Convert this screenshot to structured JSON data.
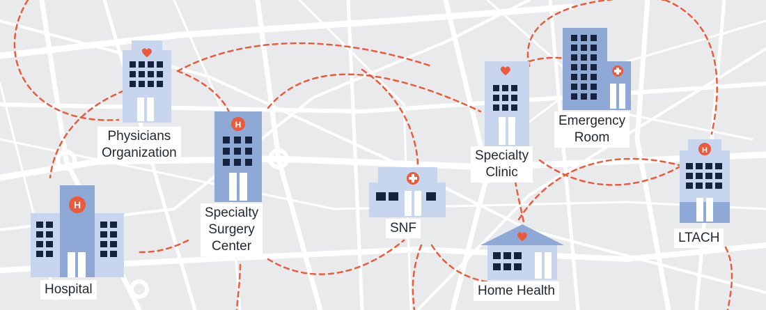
{
  "colors": {
    "map_background": "#e9eaec",
    "street": "#ffffff",
    "network_line": "#ec5a3c",
    "building_light": "#c7d6ee",
    "building_mid": "#8ea9d6",
    "building_dark": "#7d98c8",
    "window": "#15233f",
    "heart": "#ec5a3c",
    "label_text": "#1f2733"
  },
  "nodes": {
    "hospital": {
      "label": "Hospital",
      "badge_icon": "hospital-h-icon"
    },
    "physicians": {
      "line1": "Physicians",
      "line2": "Organization",
      "badge_icon": "heart-icon"
    },
    "surgery": {
      "line1": "Specialty",
      "line2": "Surgery",
      "line3": "Center",
      "badge_icon": "hospital-h-icon"
    },
    "snf": {
      "label": "SNF",
      "badge_icon": "medical-cross-icon"
    },
    "clinic": {
      "line1": "Specialty",
      "line2": "Clinic",
      "badge_icon": "heart-icon"
    },
    "er": {
      "line1": "Emergency",
      "line2": "Room",
      "badge_icon": "medical-cross-icon"
    },
    "ltach": {
      "label": "LTACH",
      "badge_icon": "hospital-h-icon"
    },
    "home_health": {
      "label": "Home Health",
      "badge_icon": "heart-icon"
    }
  }
}
